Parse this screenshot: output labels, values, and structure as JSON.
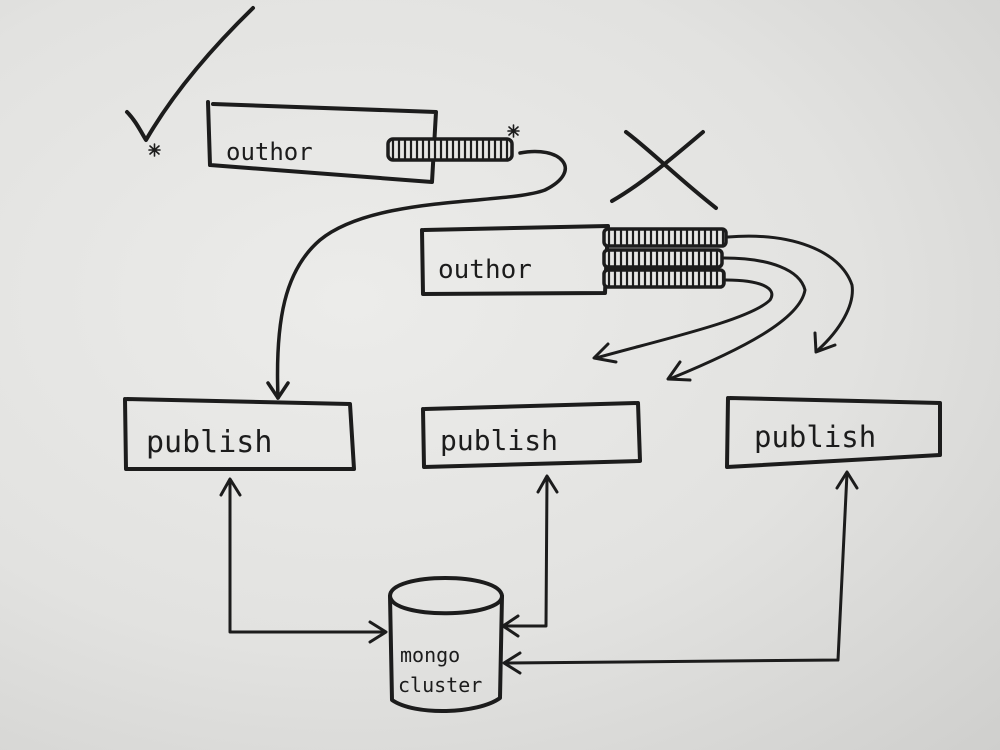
{
  "diagram": {
    "author_good": {
      "label": "outhor"
    },
    "author_bad": {
      "label": "outhor"
    },
    "publish_nodes": [
      {
        "label": "publish"
      },
      {
        "label": "publish"
      },
      {
        "label": "publish"
      }
    ],
    "mongo": {
      "line1": "mongo",
      "line2": "cluster"
    },
    "marks": {
      "good": "checkmark",
      "bad": "x-mark",
      "star": "asterisk"
    },
    "colors": {
      "ink": "#1c1c1c",
      "paper": "#e6e6e4"
    }
  }
}
